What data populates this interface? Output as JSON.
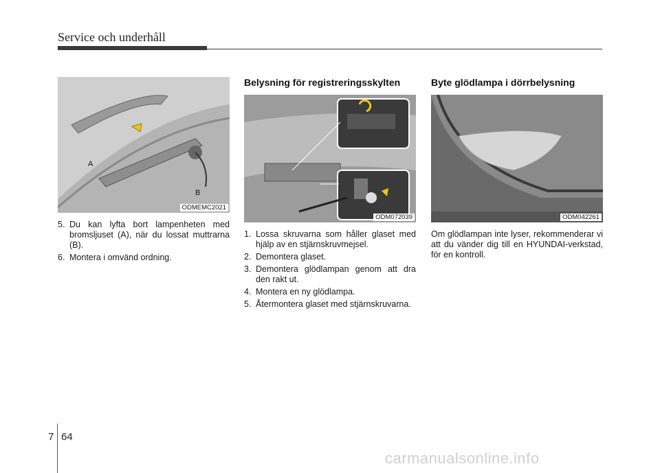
{
  "header": {
    "title": "Service och underhåll"
  },
  "col1": {
    "figure_code": "ODMEMC2021",
    "callouts": {
      "a": "A",
      "b": "B"
    },
    "steps": [
      {
        "num": "5.",
        "text": "Du kan lyfta bort lampenheten med bromsljuset (A), när du lossat muttrarna (B)."
      },
      {
        "num": "6.",
        "text": "Montera i omvänd ordning."
      }
    ]
  },
  "col2": {
    "heading": "Belysning för registreringsskylten",
    "figure_code": "ODM072039",
    "steps": [
      {
        "num": "1.",
        "text": "Lossa skruvarna som håller glaset med hjälp av en stjärnskruvmejsel."
      },
      {
        "num": "2.",
        "text": "Demontera glaset."
      },
      {
        "num": "3.",
        "text": "Demontera glödlampan genom att dra den rakt ut."
      },
      {
        "num": "4.",
        "text": "Montera en ny glödlampa."
      },
      {
        "num": "5.",
        "text": "Återmontera glaset med stjärnskruvarna."
      }
    ]
  },
  "col3": {
    "heading": "Byte glödlampa i dörrbelysning",
    "figure_code": "ODM042261",
    "paragraph": "Om glödlampan inte lyser, rekommenderar vi att du vänder dig till en HYUNDAI-verkstad, för en kontroll."
  },
  "footer": {
    "chapter": "7",
    "page": "64"
  },
  "watermark": "carmanualsonline.info"
}
